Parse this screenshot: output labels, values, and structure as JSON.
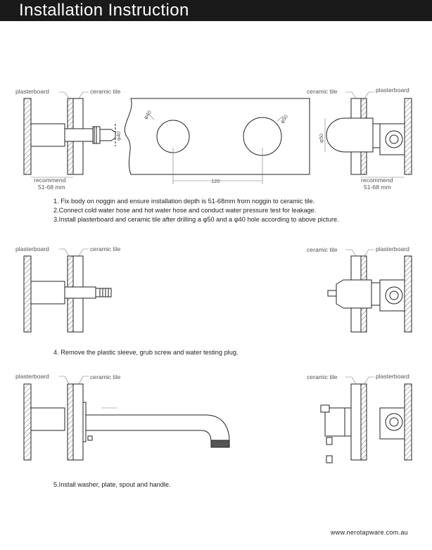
{
  "header": {
    "title": "Installation Instruction"
  },
  "labels": {
    "plasterboard": "plasterboard",
    "ceramic_tile": "ceramic tile",
    "recommend": "recommend",
    "depth_range": "51-68 mm"
  },
  "dimensions": {
    "phi40": "φ40",
    "phi50": "φ50",
    "spacing": "120"
  },
  "steps": {
    "step1_line1": "1. Fix body on noggin and ensure installation depth is 51-68mm from noggin to ceramic tile.",
    "step1_line2": "2.Connect cold water hose and hot water hose and conduct water pressure test for leakage.",
    "step1_line3": "3.Install plasterboard and ceramic tile after drilling a φ50 and a φ40 hole according to above picture.",
    "step4": "4. Remove the plastic sleeve, grub screw and water testing plug.",
    "step5": "5.Install washer, plate, spout and handle."
  },
  "footer": {
    "website": "www.nerotapware.com.au"
  }
}
